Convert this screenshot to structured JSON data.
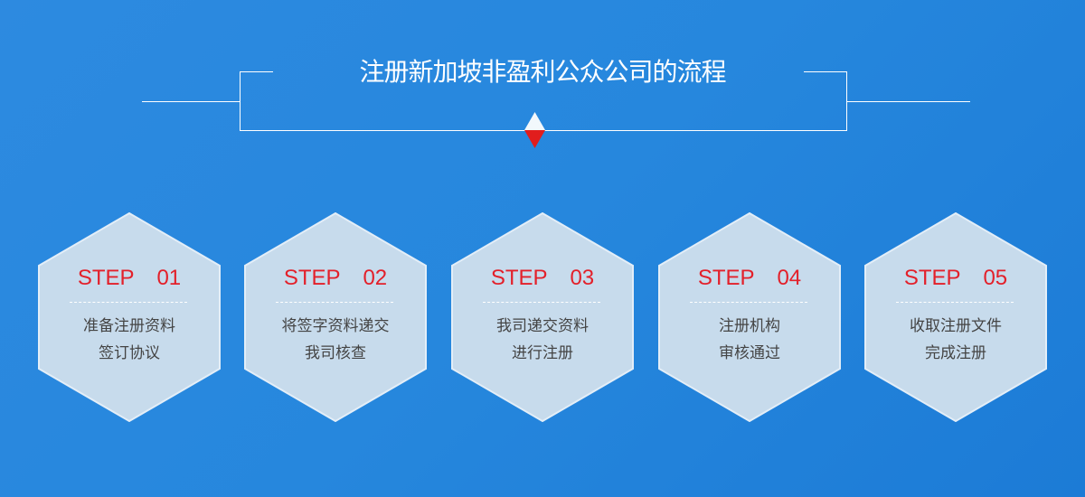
{
  "title": "注册新加坡非盈利公众公司的流程",
  "steps": [
    {
      "label": "STEP  01",
      "line1": "准备注册资料",
      "line2": "签订协议"
    },
    {
      "label": "STEP  02",
      "line1": "将签字资料递交",
      "line2": "我司核查"
    },
    {
      "label": "STEP  03",
      "line1": "我司递交资料",
      "line2": "进行注册"
    },
    {
      "label": "STEP  04",
      "line1": "注册机构",
      "line2": "审核通过"
    },
    {
      "label": "STEP  05",
      "line1": "收取注册文件",
      "line2": "完成注册"
    }
  ]
}
